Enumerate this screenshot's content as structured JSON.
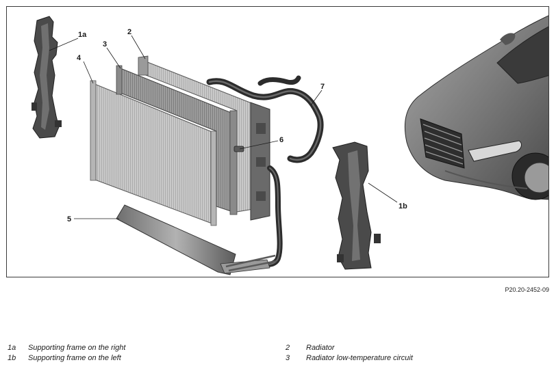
{
  "figure": {
    "reference_code": "P20.20-2452-09",
    "callouts": [
      {
        "key": "callout_1a",
        "label": "1a"
      },
      {
        "key": "callout_1b",
        "label": "1b"
      },
      {
        "key": "callout_2",
        "label": "2"
      },
      {
        "key": "callout_3",
        "label": "3"
      },
      {
        "key": "callout_4",
        "label": "4"
      },
      {
        "key": "callout_5",
        "label": "5"
      },
      {
        "key": "callout_6",
        "label": "6"
      },
      {
        "key": "callout_7",
        "label": "7"
      }
    ]
  },
  "legend": [
    {
      "key": "1a",
      "text": "Supporting frame on the right"
    },
    {
      "key": "1b",
      "text": "Supporting frame on the left"
    },
    {
      "key": "2",
      "text": "Radiator"
    },
    {
      "key": "3",
      "text": "Radiator low-temperature circuit"
    }
  ]
}
